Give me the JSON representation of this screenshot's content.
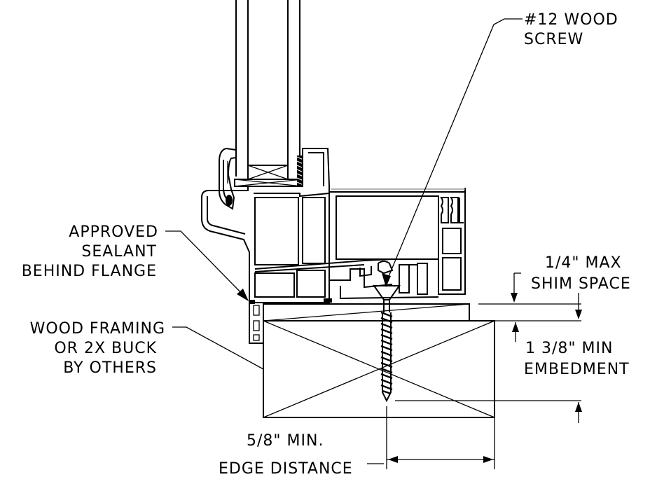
{
  "labels": {
    "screw_line1": "#12 WOOD",
    "screw_line2": "SCREW",
    "sealant_line1": "APPROVED",
    "sealant_line2": "SEALANT",
    "sealant_line3": "BEHIND FLANGE",
    "framing_line1": "WOOD FRAMING",
    "framing_line2": "OR 2X BUCK",
    "framing_line3": "BY OTHERS",
    "shim_line1": "1/4\" MAX",
    "shim_line2": "SHIM SPACE",
    "embed_line1": "1 3/8\" MIN",
    "embed_line2": "EMBEDMENT",
    "edge_line1": "5/8\" MIN.",
    "edge_line2": "EDGE DISTANCE"
  }
}
